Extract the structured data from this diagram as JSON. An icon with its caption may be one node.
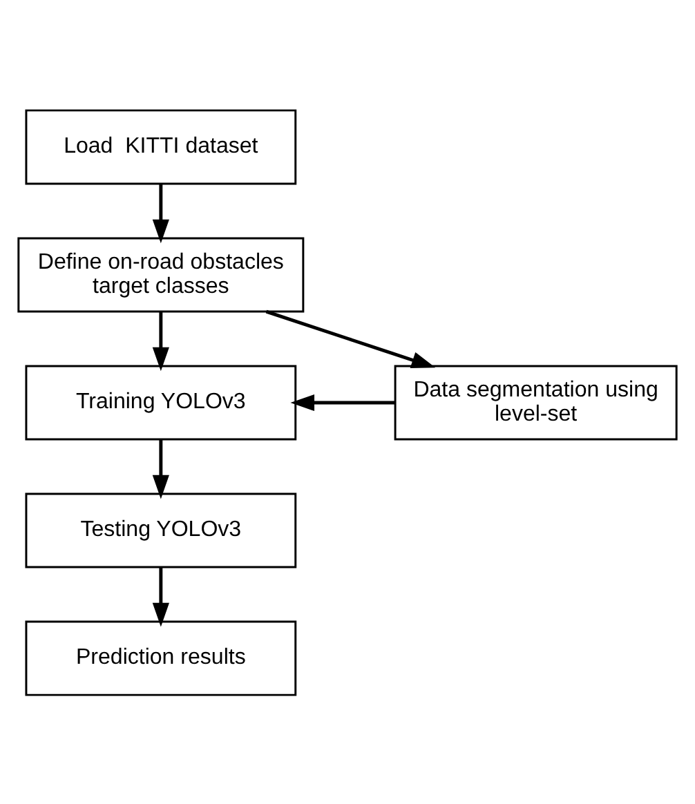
{
  "diagram": {
    "nodes": [
      {
        "text": [
          "Load  KITTI dataset"
        ]
      },
      {
        "text": [
          "Define on-road obstacles target classes"
        ]
      },
      {
        "text": [
          "Training YOLOv3"
        ]
      },
      {
        "text": [
          "Data segmentation using level-set"
        ]
      },
      {
        "text": [
          "Testing YOLOv3"
        ]
      },
      {
        "text": [
          "Prediction results"
        ]
      }
    ],
    "edges": [
      {
        "from": 0,
        "to": 1,
        "arrow": "to"
      },
      {
        "from": 1,
        "to": 2,
        "arrow": "to"
      },
      {
        "from": 1,
        "to": 3,
        "arrow": "to"
      },
      {
        "from": 3,
        "to": 2,
        "arrow": "to"
      },
      {
        "from": 2,
        "to": 4,
        "arrow": "to"
      },
      {
        "from": 4,
        "to": 5,
        "arrow": "to"
      }
    ]
  }
}
